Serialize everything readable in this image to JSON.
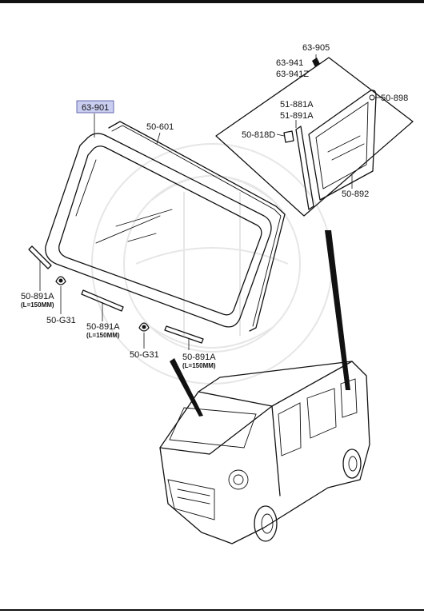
{
  "diagram": {
    "highlight_color": "#c9cdf0",
    "labels": {
      "windshield_glass": "63-901",
      "windshield_seal": "50-601",
      "clip_top": "63-905",
      "part_941": "63-941",
      "part_941z": "63-941Z",
      "part_881a": "51-881A",
      "part_891a_q": "51-891A",
      "part_818d": "50-818D",
      "part_898": "50-898",
      "part_892": "50-892",
      "molding_left": "50-891A",
      "molding_left_len": "(L=150MM)",
      "fastener_left": "50-G31",
      "molding_mid": "50-891A",
      "molding_mid_len": "(L=150MM)",
      "fastener_mid": "50-G31",
      "molding_right": "50-891A",
      "molding_right_len": "(L=150MM)"
    }
  }
}
